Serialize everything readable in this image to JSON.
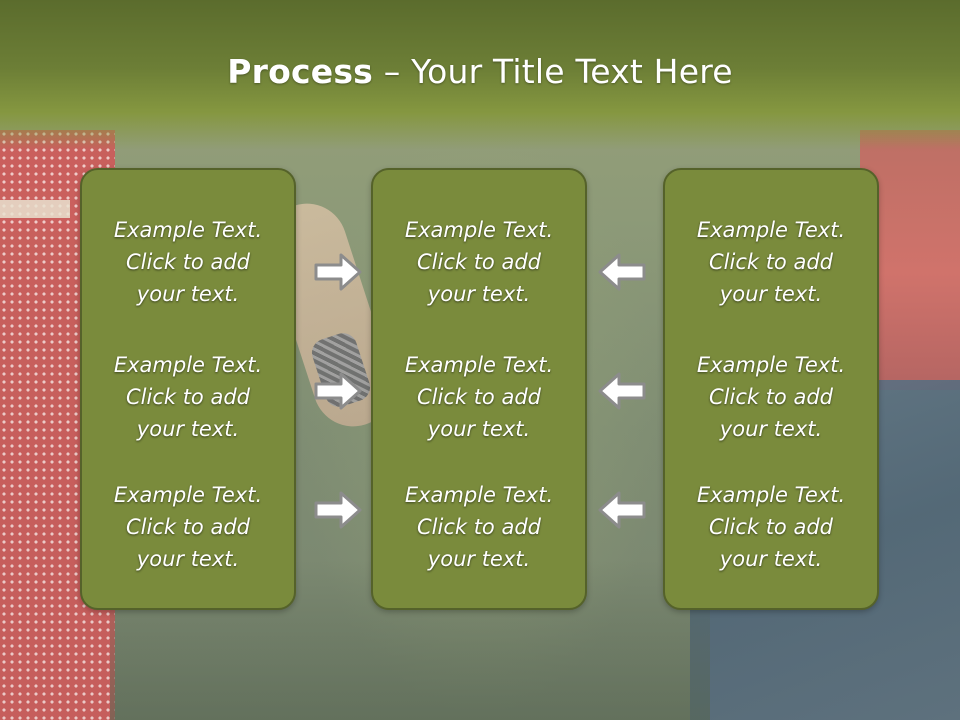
{
  "title": {
    "bold": "Process",
    "rest": " – Your Title Text Here"
  },
  "columns": [
    {
      "items": [
        {
          "line1": "Example Text.",
          "line2": "Click  to add",
          "line3": "your text."
        },
        {
          "line1": "Example Text.",
          "line2": "Click  to add",
          "line3": "your text."
        },
        {
          "line1": "Example Text.",
          "line2": "Click  to add",
          "line3": "your text."
        }
      ]
    },
    {
      "items": [
        {
          "line1": "Example Text.",
          "line2": "Click  to add",
          "line3": "your text."
        },
        {
          "line1": "Example Text.",
          "line2": "Click  to add",
          "line3": "your text."
        },
        {
          "line1": "Example Text.",
          "line2": "Click  to add",
          "line3": "your text."
        }
      ]
    },
    {
      "items": [
        {
          "line1": "Example Text.",
          "line2": "Click  to add",
          "line3": "your text."
        },
        {
          "line1": "Example Text.",
          "line2": "Click  to add",
          "line3": "your text."
        },
        {
          "line1": "Example Text.",
          "line2": "Click  to add",
          "line3": "your text."
        }
      ]
    }
  ],
  "arrows": {
    "left_group": "arrow-right-icon",
    "right_group": "arrow-left-icon"
  },
  "colors": {
    "title_band": "#6c7e36",
    "box_fill": "#7a8b3c",
    "box_border": "#55622a",
    "text": "#ffffff"
  }
}
